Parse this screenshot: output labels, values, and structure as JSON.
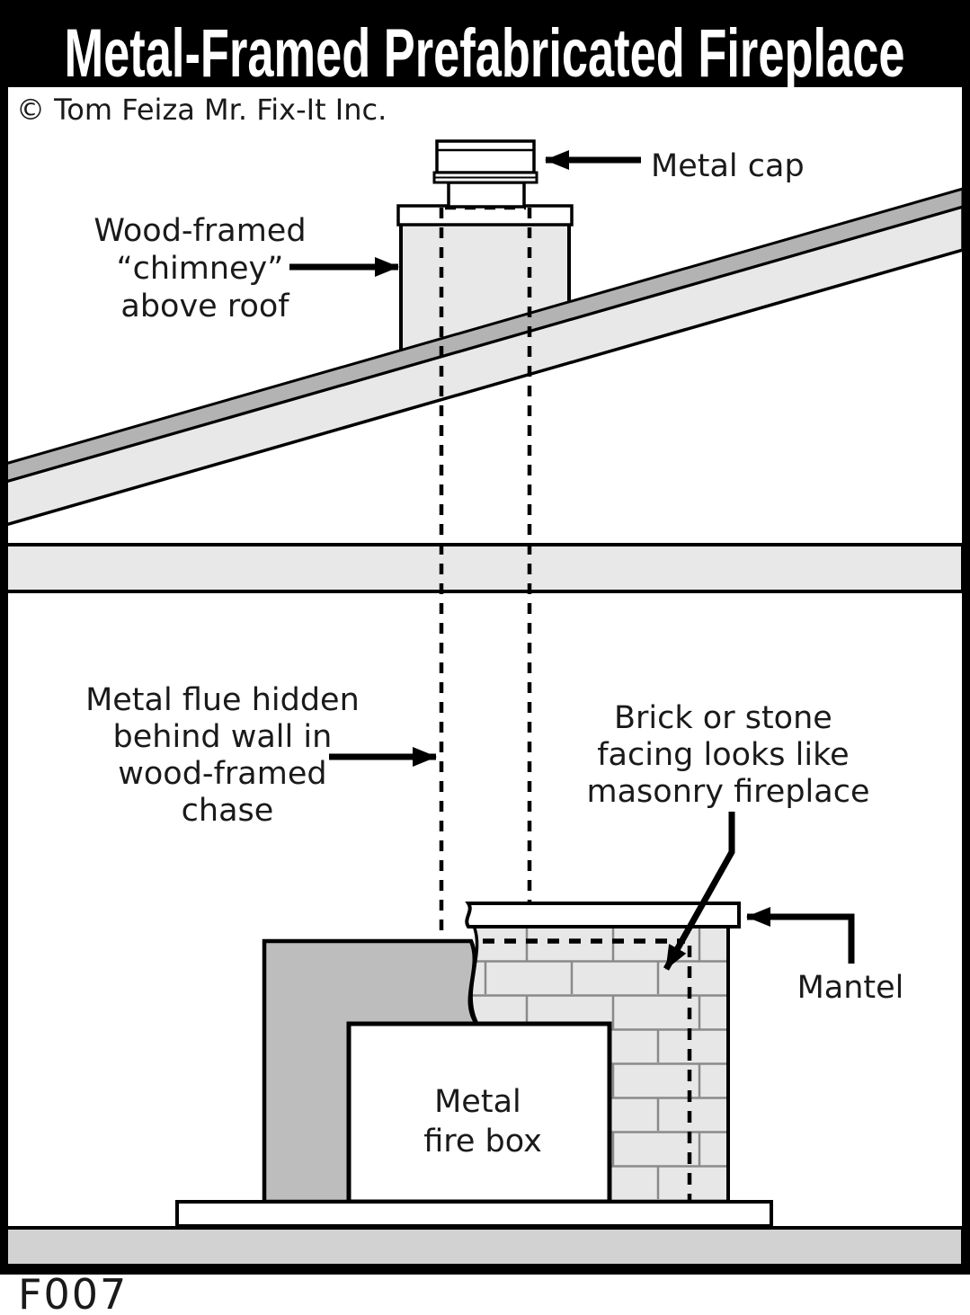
{
  "title": "Metal-Framed Prefabricated Fireplace",
  "copyright": "© Tom Feiza Mr. Fix-It Inc.",
  "figure_code": "F007",
  "labels": {
    "metal_cap": "Metal cap",
    "chimney_line1": "Wood-framed",
    "chimney_line2": "“chimney”",
    "chimney_line3": "above roof",
    "flue_line1": "Metal flue hidden",
    "flue_line2": "behind wall in",
    "flue_line3": "wood-framed",
    "flue_line4": "chase",
    "brick_line1": "Brick or stone",
    "brick_line2": "facing looks like",
    "brick_line3": "masonry fireplace",
    "mantel": "Mantel",
    "firebox_line1": "Metal",
    "firebox_line2": "fire box"
  },
  "colors": {
    "ink": "#000000",
    "paper": "#ffffff",
    "light_gray": "#e8e8e8",
    "roof_stripe": "#b3b3b3",
    "chase_gray": "#bdbdbd",
    "brick_fill": "#e7e7e7",
    "floor_gray": "#d2d2d2",
    "mortar": "#8a8a8a"
  }
}
